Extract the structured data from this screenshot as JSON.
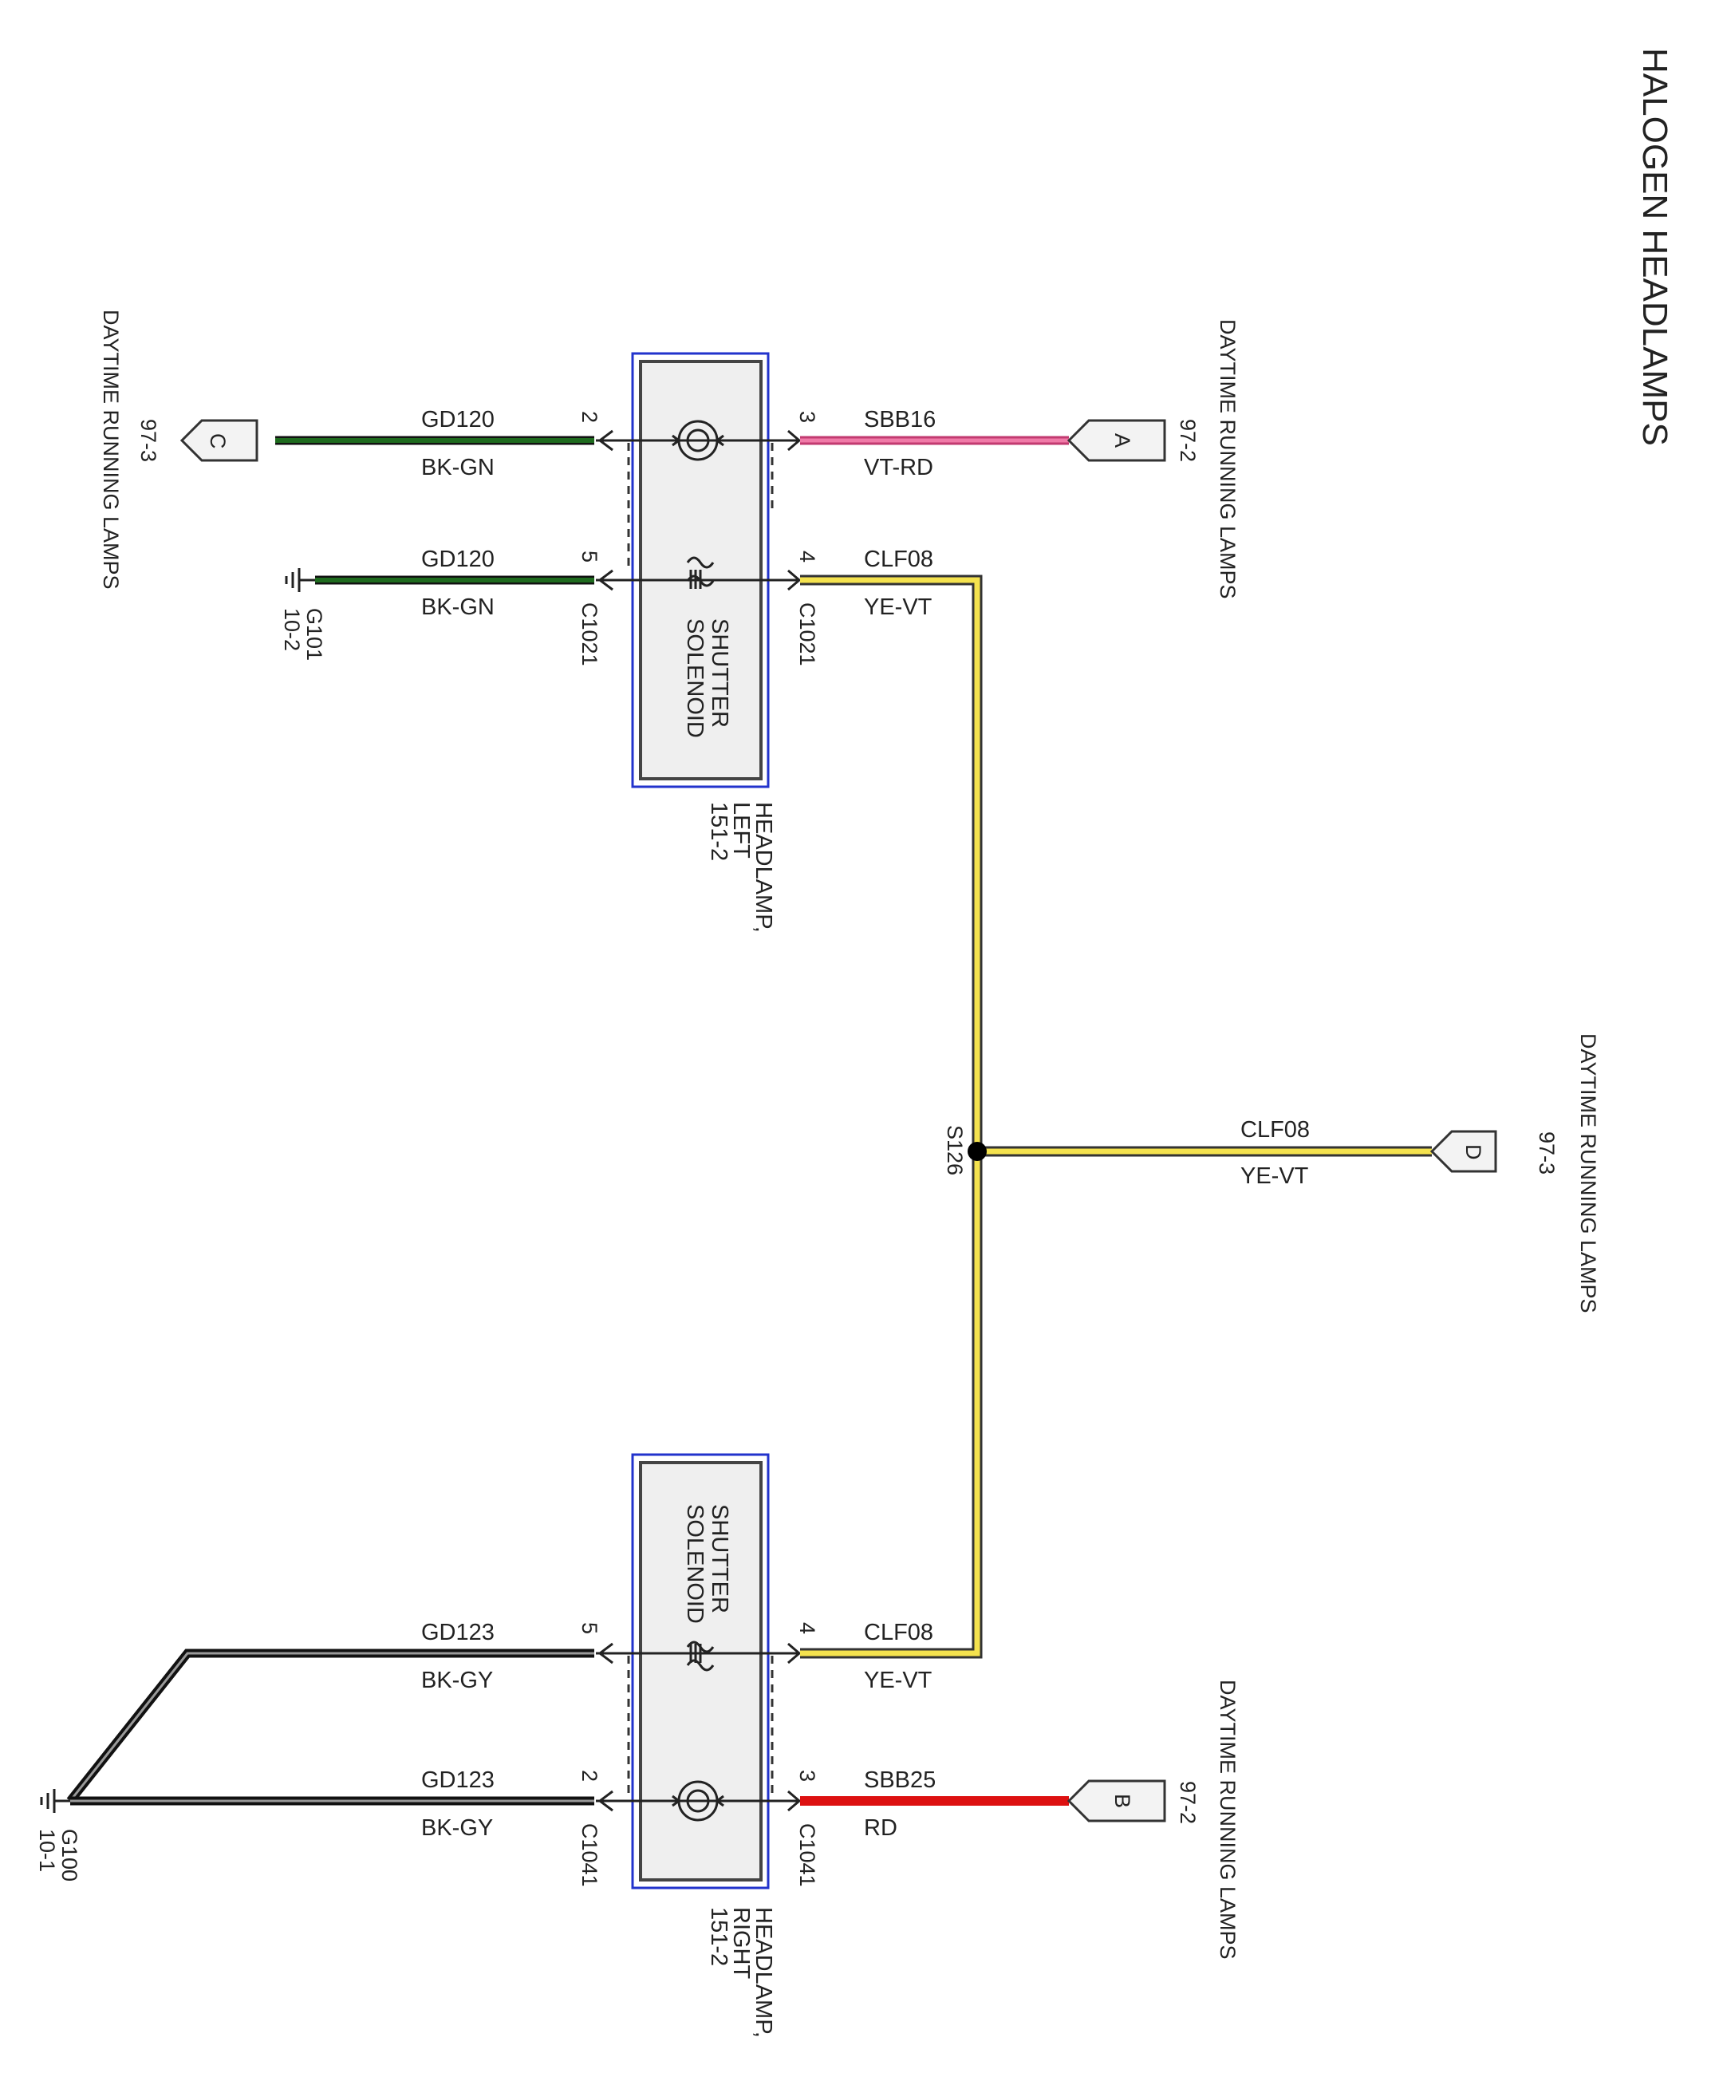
{
  "title": "HALOGEN HEADLAMPS",
  "components": {
    "left_headlamp": {
      "name": "HEADLAMP,",
      "side": "LEFT",
      "ref": "151-2",
      "internal": "SHUTTER SOLENOID",
      "connector": "C1021"
    },
    "right_headlamp": {
      "name": "HEADLAMP,",
      "side": "RIGHT",
      "ref": "151-2",
      "internal": "SHUTTER SOLENOID",
      "connector": "C1041"
    }
  },
  "pins": {
    "l2": "2",
    "l3": "3",
    "l4": "4",
    "l5": "5",
    "r2": "2",
    "r3": "3",
    "r4": "4",
    "r5": "5"
  },
  "wires": {
    "w_l2": {
      "circuit": "GD120",
      "color_code": "BK-GN",
      "stroke": "#1e6b1e"
    },
    "w_l5": {
      "circuit": "GD120",
      "color_code": "BK-GN",
      "stroke": "#1e6b1e"
    },
    "w_l3": {
      "circuit": "SBB16",
      "color_code": "VT-RD",
      "stroke": "#e8588c"
    },
    "w_l4": {
      "circuit": "CLF08",
      "color_code": "YE-VT",
      "stroke": "#f2e04a"
    },
    "w_d": {
      "circuit": "CLF08",
      "color_code": "YE-VT",
      "stroke": "#f2e04a"
    },
    "w_r4": {
      "circuit": "CLF08",
      "color_code": "YE-VT",
      "stroke": "#f2e04a"
    },
    "w_r3": {
      "circuit": "SBB25",
      "color_code": "RD",
      "stroke": "#dd1111"
    },
    "w_r5": {
      "circuit": "GD123",
      "color_code": "BK-GY",
      "stroke": "#222222"
    },
    "w_r2": {
      "circuit": "GD123",
      "color_code": "BK-GY",
      "stroke": "#222222"
    }
  },
  "splice": {
    "id": "S126"
  },
  "off_page": {
    "A": {
      "letter": "A",
      "ref": "97-2",
      "text": "DAYTIME RUNNING LAMPS"
    },
    "B": {
      "letter": "B",
      "ref": "97-2",
      "text": "DAYTIME RUNNING LAMPS"
    },
    "C": {
      "letter": "C",
      "ref": "97-3",
      "text": "DAYTIME RUNNING LAMPS"
    },
    "D": {
      "letter": "D",
      "ref": "97-3",
      "text": "DAYTIME RUNNING LAMPS"
    }
  },
  "grounds": {
    "G101": {
      "id": "G101",
      "ref": "10-2"
    },
    "G100": {
      "id": "G100",
      "ref": "10-1"
    }
  }
}
